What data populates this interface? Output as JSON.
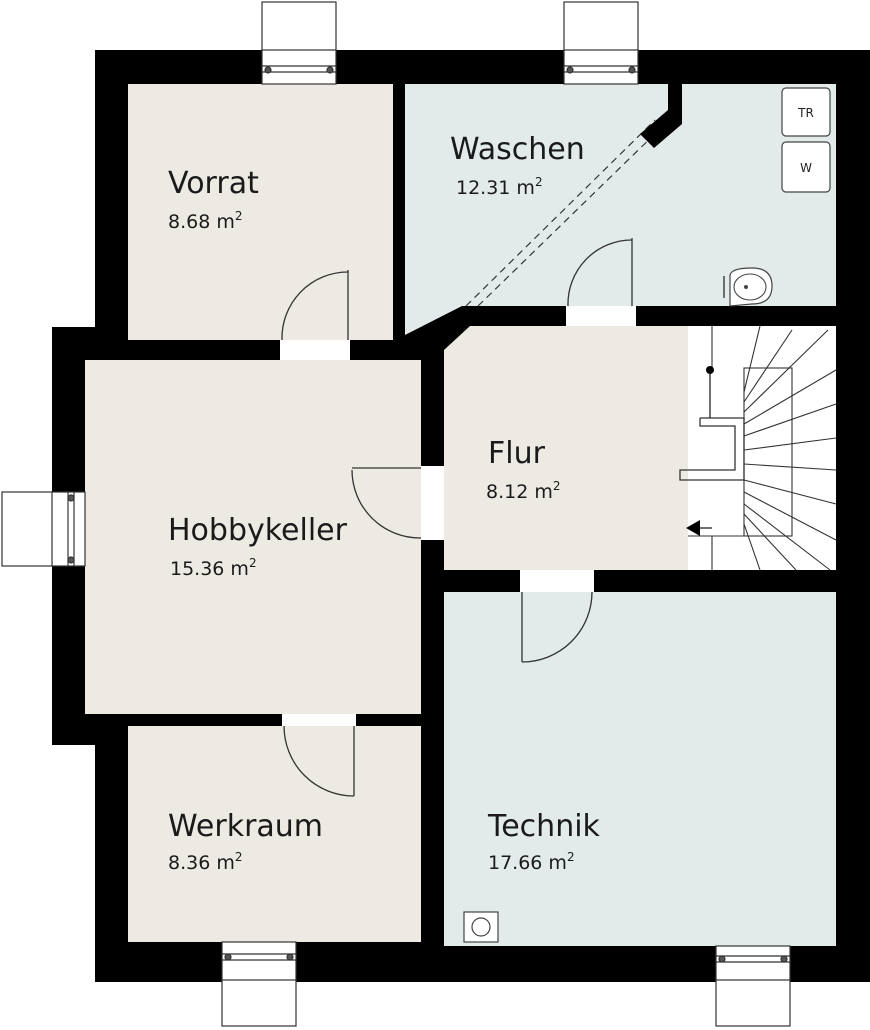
{
  "colors": {
    "wall": "#000000",
    "floor_warm": "#eceae3",
    "floor_cool": "#e3eaea",
    "opening": "#ffffff"
  },
  "rooms": [
    {
      "id": "vorrat",
      "name": "Vorrat",
      "area": "8.68 m",
      "area_sup": "2",
      "floor": "warm"
    },
    {
      "id": "waschen",
      "name": "Waschen",
      "area": "12.31 m",
      "area_sup": "2",
      "floor": "cool"
    },
    {
      "id": "flur",
      "name": "Flur",
      "area": "8.12 m",
      "area_sup": "2",
      "floor": "warm"
    },
    {
      "id": "hobbykeller",
      "name": "Hobbykeller",
      "area": "15.36 m",
      "area_sup": "2",
      "floor": "warm"
    },
    {
      "id": "werkraum",
      "name": "Werkraum",
      "area": "8.36 m",
      "area_sup": "2",
      "floor": "warm"
    },
    {
      "id": "technik",
      "name": "Technik",
      "area": "17.66 m",
      "area_sup": "2",
      "floor": "cool"
    }
  ],
  "appliances": [
    {
      "id": "dryer",
      "label": "TR",
      "icon": "dryer-icon"
    },
    {
      "id": "washer",
      "label": "W",
      "icon": "washing-machine-icon"
    }
  ],
  "fixtures": [
    "washbasin-icon",
    "floor-drain-icon",
    "staircase",
    "window"
  ]
}
